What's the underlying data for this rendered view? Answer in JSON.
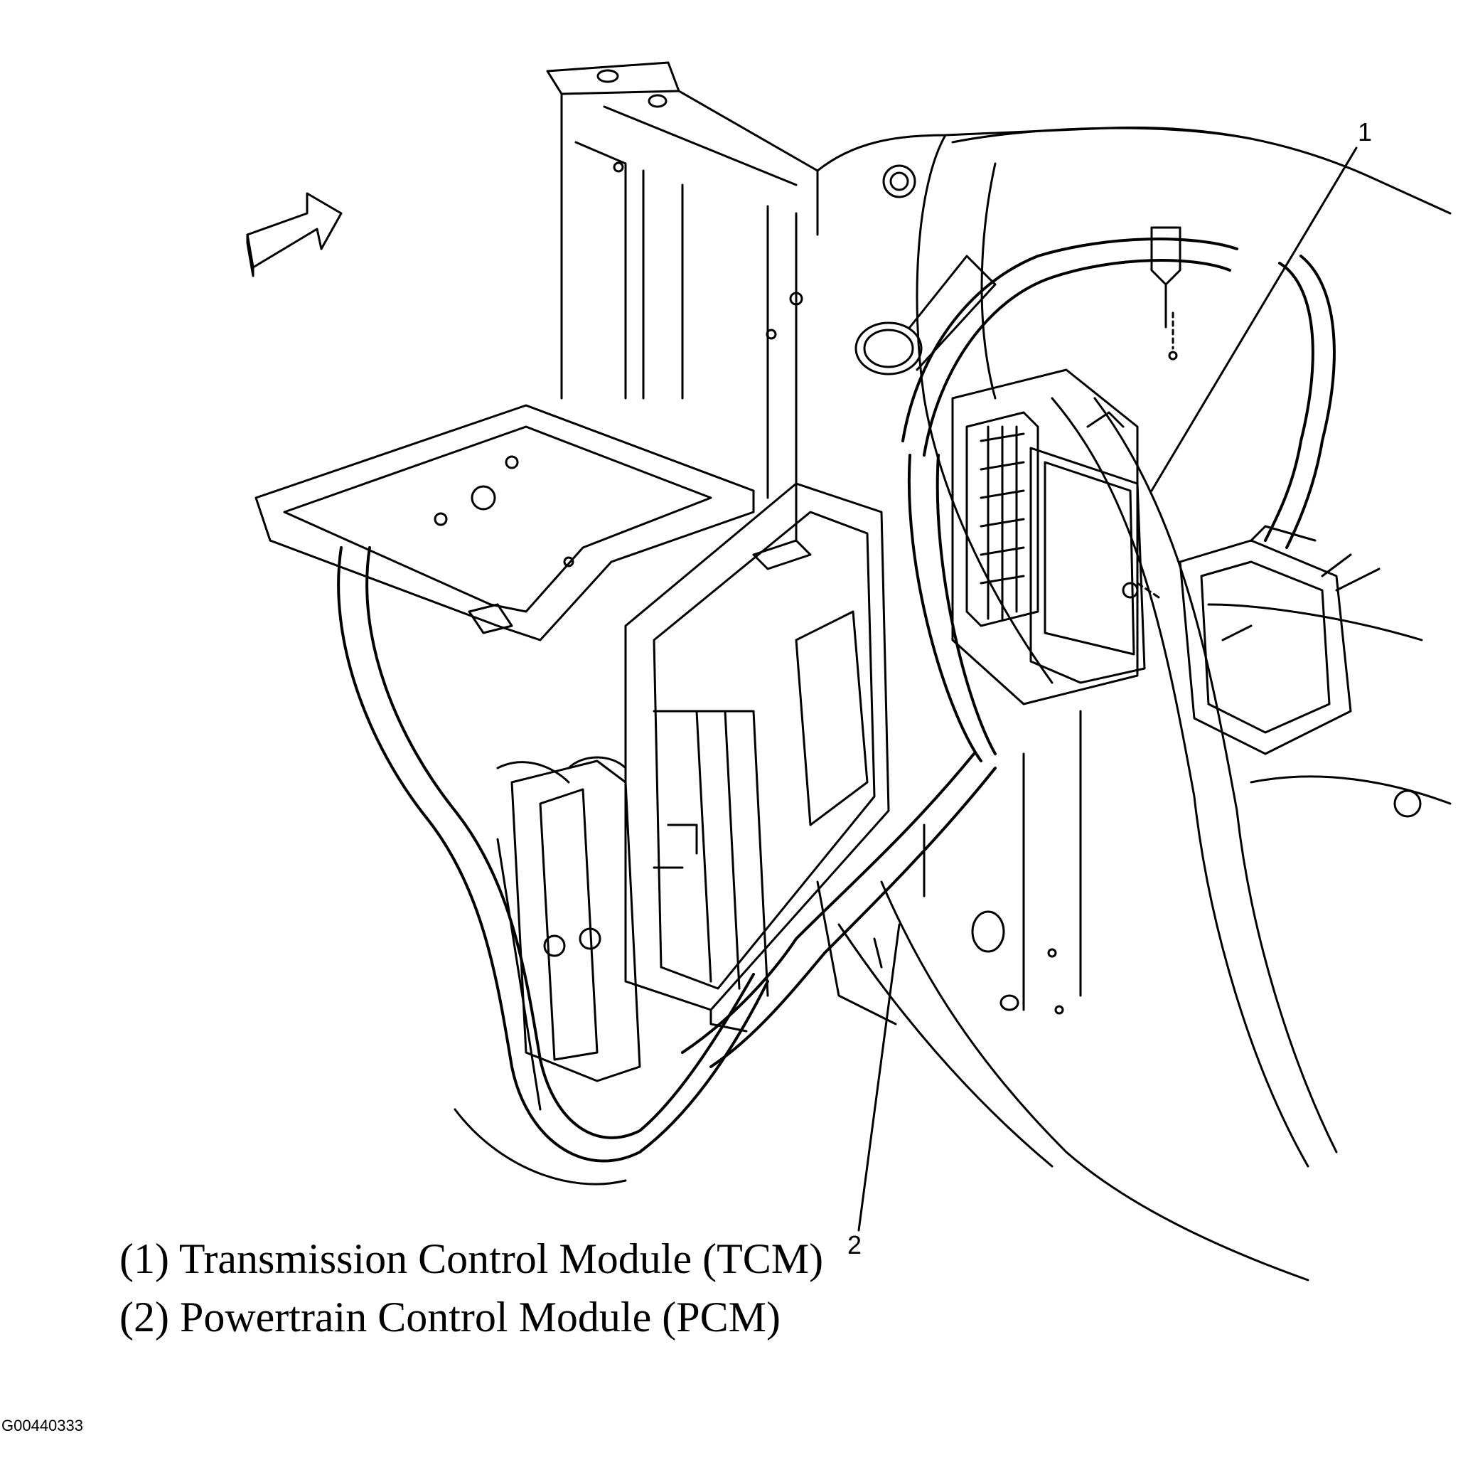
{
  "callouts": {
    "c1": "1",
    "c2": "2"
  },
  "legend": [
    {
      "number": "(1)",
      "text": "Transmission Control Module (TCM)"
    },
    {
      "number": "(2)",
      "text": "Powertrain Control Module (PCM)"
    }
  ],
  "figure_id": "G00440333",
  "icons": {
    "arrow": "direction-arrow-icon"
  },
  "colors": {
    "line": "#000000",
    "background": "#ffffff"
  }
}
